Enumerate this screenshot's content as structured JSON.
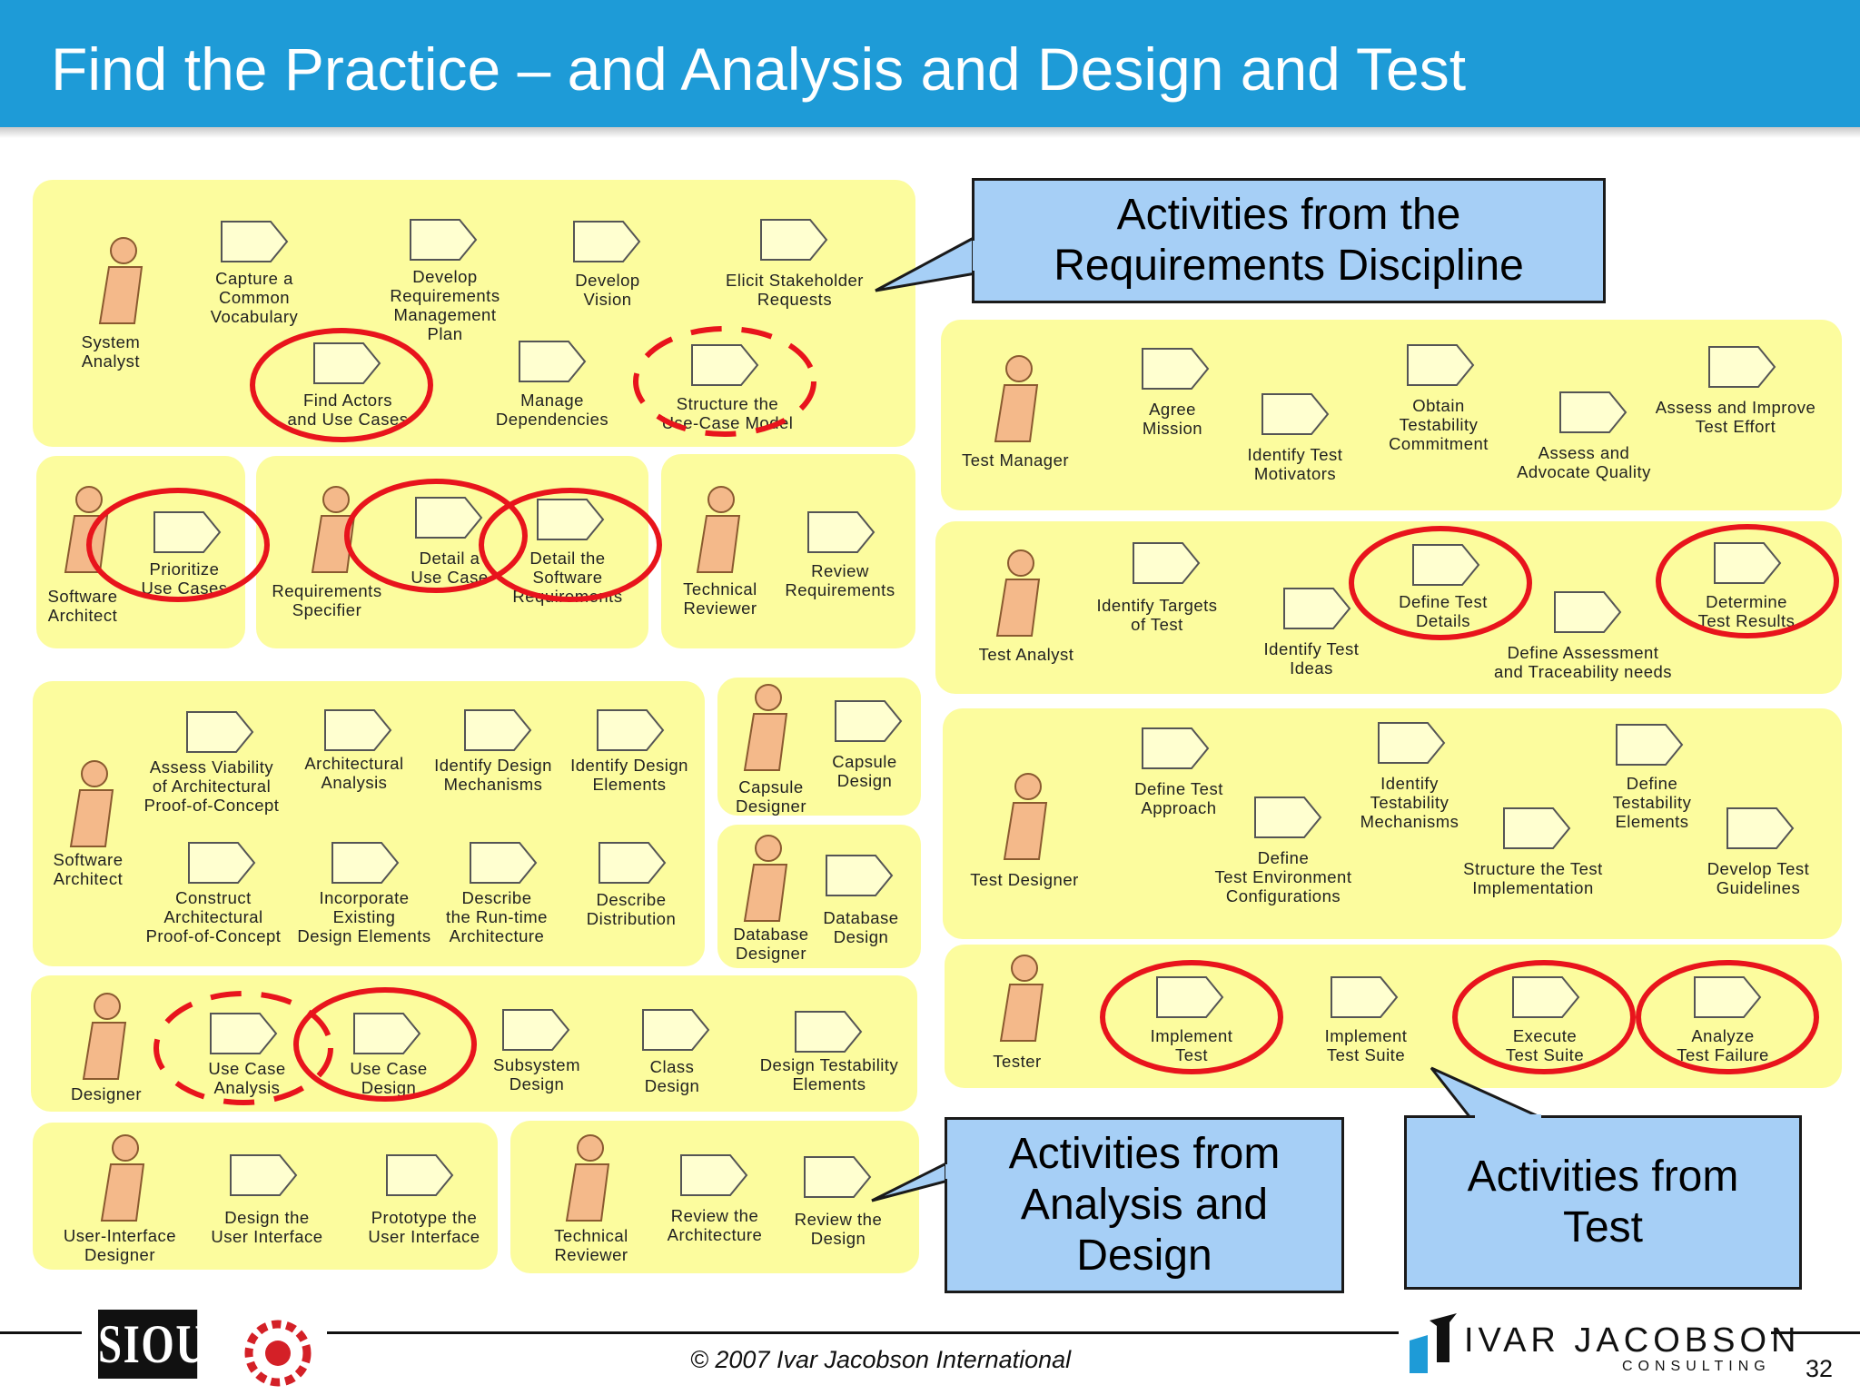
{
  "title": "Find the Practice – and Analysis and Design and Test",
  "colors": {
    "header": "#1E9BD7",
    "panel": "#FCFC9E",
    "callout": "#A6CFF6",
    "highlight": "#E8141C"
  },
  "panels": {
    "req": {
      "system_analyst": {
        "role": "System\nAnalyst",
        "tasks": [
          "Capture a\nCommon\nVocabulary",
          "Develop\nRequirements\nManagement\nPlan",
          "Develop\nVision",
          "Elicit Stakeholder\nRequests",
          "Find Actors\nand Use Cases",
          "Manage\nDependencies",
          "Structure the\nUse-Case Model"
        ]
      },
      "software_architect": {
        "role": "Software\nArchitect",
        "tasks": [
          "Prioritize\nUse Cases"
        ]
      },
      "requirements_specifier": {
        "role": "Requirements\nSpecifier",
        "tasks": [
          "Detail a\nUse Case",
          "Detail the\nSoftware\nRequirements"
        ]
      },
      "technical_reviewer": {
        "role": "Technical\nReviewer",
        "tasks": [
          "Review\nRequirements"
        ]
      }
    },
    "ad": {
      "software_architect": {
        "role": "Software\nArchitect",
        "tasks": [
          "Assess Viability\nof Architectural\nProof-of-Concept",
          "Architectural\nAnalysis",
          "Identify Design\nMechanisms",
          "Identify Design\nElements",
          "Construct\nArchitectural\nProof-of-Concept",
          "Incorporate\nExisting\nDesign Elements",
          "Describe\nthe Run-time\nArchitecture",
          "Describe\nDistribution"
        ]
      },
      "capsule_designer": {
        "role": "Capsule\nDesigner",
        "tasks": [
          "Capsule\nDesign"
        ]
      },
      "database_designer": {
        "role": "Database\nDesigner",
        "tasks": [
          "Database\nDesign"
        ]
      },
      "designer": {
        "role": "Designer",
        "tasks": [
          "Use Case\nAnalysis",
          "Use Case\nDesign",
          "Subsystem\nDesign",
          "Class\nDesign",
          "Design Testability\nElements"
        ]
      },
      "ui_designer": {
        "role": "User-Interface\nDesigner",
        "tasks": [
          "Design the\nUser Interface",
          "Prototype the\nUser Interface"
        ]
      },
      "technical_reviewer": {
        "role": "Technical\nReviewer",
        "tasks": [
          "Review the\nArchitecture",
          "Review the\nDesign"
        ]
      }
    },
    "test": {
      "test_manager": {
        "role": "Test Manager",
        "tasks": [
          "Agree\nMission",
          "Identify Test\nMotivators",
          "Obtain\nTestability\nCommitment",
          "Assess and\nAdvocate Quality",
          "Assess and Improve\nTest Effort"
        ]
      },
      "test_analyst": {
        "role": "Test Analyst",
        "tasks": [
          "Identify Targets\nof Test",
          "Identify Test\nIdeas",
          "Define Test\nDetails",
          "Define Assessment\nand Traceability needs",
          "Determine\nTest Results"
        ]
      },
      "test_designer": {
        "role": "Test Designer",
        "tasks": [
          "Define Test\nApproach",
          "Define\nTest Environment\nConfigurations",
          "Identify\nTestability\nMechanisms",
          "Structure the Test\nImplementation",
          "Define\nTestability\nElements",
          "Develop Test\nGuidelines"
        ]
      },
      "tester": {
        "role": "Tester",
        "tasks": [
          "Implement\nTest",
          "Implement\nTest Suite",
          "Execute\nTest Suite",
          "Analyze\nTest Failure"
        ]
      }
    }
  },
  "callouts": {
    "requirements": "Activities from the\nRequirements Discipline",
    "analysis_design": "Activities from\nAnalysis and\nDesign",
    "test": "Activities from\nTest"
  },
  "footer": {
    "sioux_logo": "SIOUX",
    "copyright": "© 2007 Ivar Jacobson International",
    "ivar_logo": "IVAR JACOBSON",
    "consulting": "CONSULTING",
    "page_number": "32"
  }
}
